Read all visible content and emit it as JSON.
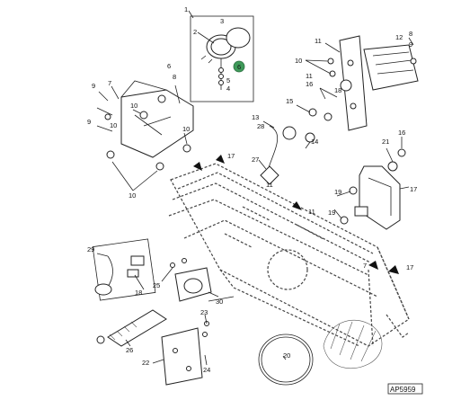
{
  "figure": {
    "ref_code": "AP5959",
    "accent_color": "#3f9a5a"
  },
  "callouts": {
    "c1": "1",
    "c2": "2",
    "c3": "3",
    "c4": "4",
    "c5": "5",
    "c6": "6",
    "c7": "7",
    "c7b": "7",
    "c8": "8",
    "c9": "9",
    "c10a": "10",
    "c10b": "10",
    "c10c": "10",
    "c10d": "10",
    "c11a": "11",
    "c11b": "11",
    "c11c": "11",
    "c12": "12",
    "c13": "13",
    "c14": "14",
    "c15": "15",
    "c16a": "16",
    "c16b": "16",
    "c17a": "17",
    "c17b": "17",
    "c17c": "17",
    "c18": "18",
    "c19a": "19",
    "c19b": "19",
    "c20": "20",
    "c21": "21",
    "c22": "22",
    "c23": "23",
    "c24": "24",
    "c25": "25",
    "c26": "26",
    "c27": "27",
    "c28": "28",
    "c29": "29",
    "c30": "30",
    "c6b": "6",
    "c9b": "9"
  }
}
